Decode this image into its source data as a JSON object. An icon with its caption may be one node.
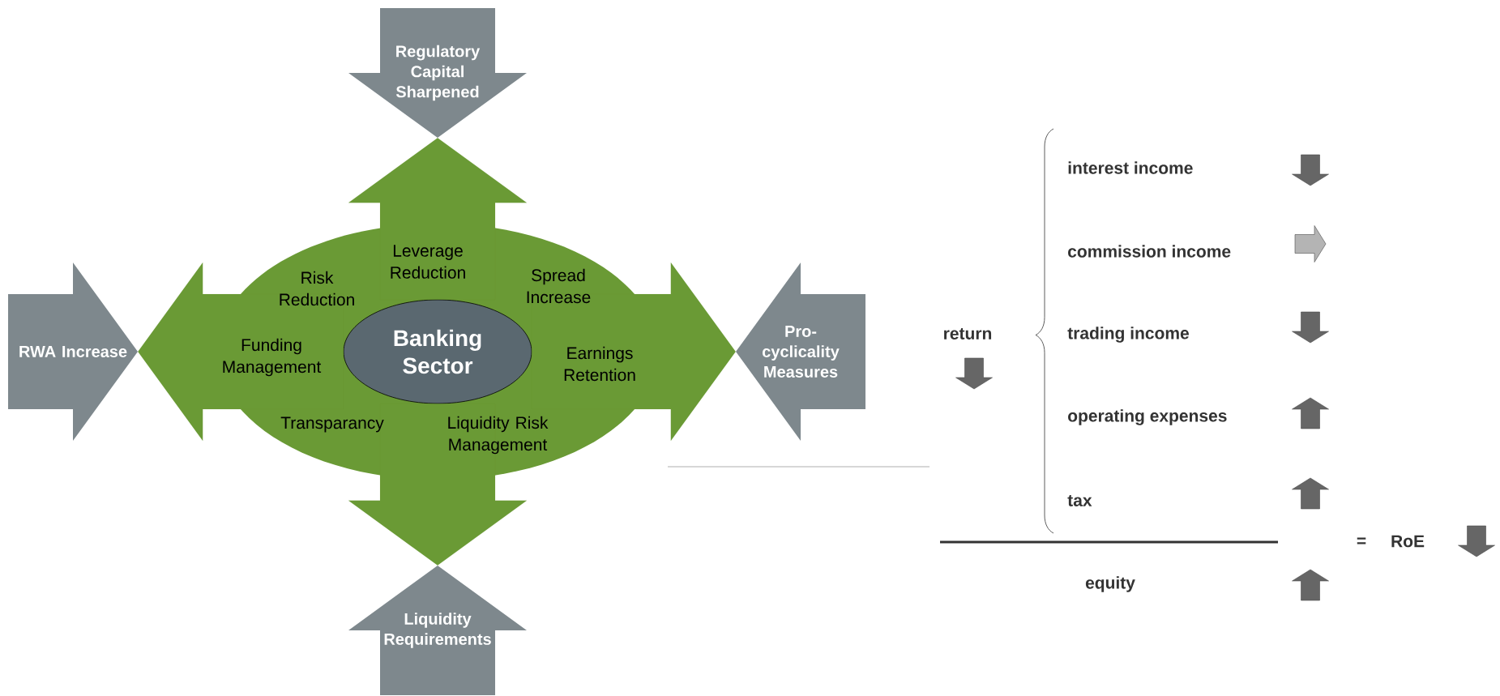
{
  "diagram": {
    "nodes": [
      {
        "text": [
          "Regulatory Capital Sharpened"
        ]
      },
      {
        "text": [
          "RWA Increase"
        ]
      },
      {
        "text": [
          "Pro-cyclicality Measures"
        ]
      },
      {
        "text": [
          "Liquidity Requirements"
        ]
      },
      {
        "text": [
          "Leverage Reduction",
          "Risk Reduction",
          "Spread Increase",
          "Funding Management",
          "Earnings Retention",
          "Transparancy",
          "Liquidity Risk Management"
        ]
      },
      {
        "text": [
          "Banking Sector"
        ],
        "in": 4
      }
    ],
    "edges": [
      {
        "from": 5,
        "to": 0,
        "arrow": "to"
      },
      {
        "from": 5,
        "to": 1,
        "arrow": "to"
      },
      {
        "from": 5,
        "to": 2,
        "arrow": "to"
      },
      {
        "from": 5,
        "to": 3,
        "arrow": "to"
      }
    ],
    "labels": [
      "interest income",
      "commission income",
      "return",
      "trading income",
      "operating expenses",
      "tax",
      "=",
      "RoE",
      "equity"
    ]
  }
}
